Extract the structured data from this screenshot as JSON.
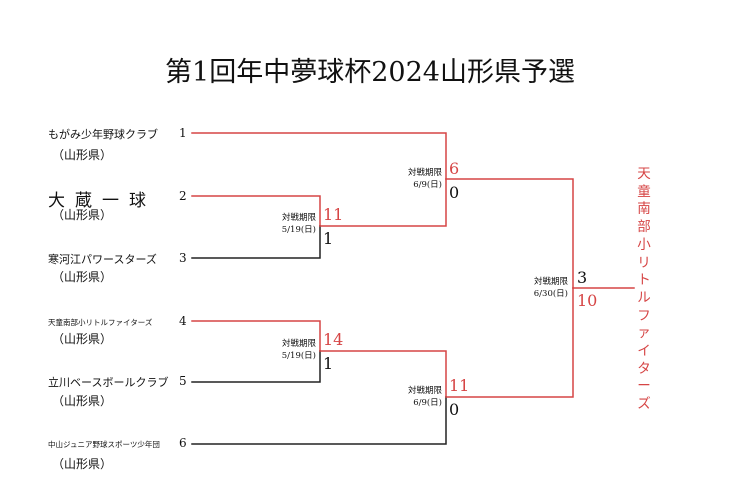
{
  "title": "第1回年中夢球杯2024山形県予選",
  "teams": [
    {
      "seed": "1",
      "name": "もがみ少年野球クラブ",
      "pref": "（山形県）"
    },
    {
      "seed": "2",
      "name": "大蔵一球",
      "pref": "（山形県）"
    },
    {
      "seed": "3",
      "name": "寒河江パワースターズ",
      "pref": "（山形県）"
    },
    {
      "seed": "4",
      "name": "天童南部小リトルファイターズ",
      "pref": ""
    },
    {
      "seed": "5",
      "name": "立川ベースボールクラブ",
      "pref": "（山形県）"
    },
    {
      "seed": "6",
      "name": "中山ジュニア野球スポーツ少年団",
      "pref": "（山形県）"
    }
  ],
  "pref_team4": "（山形県）",
  "matches": [
    {
      "deadline": "対戦期限",
      "date": "5/19(日)",
      "winner_score": "11",
      "loser_score": "1"
    },
    {
      "deadline": "対戦期限",
      "date": "5/19(日)",
      "winner_score": "14",
      "loser_score": "1"
    },
    {
      "deadline": "対戦期限",
      "date": "6/9(日)",
      "winner_score": "6",
      "loser_score": "0"
    },
    {
      "deadline": "対戦期限",
      "date": "6/9(日)",
      "winner_score": "11",
      "loser_score": "0"
    },
    {
      "deadline": "対戦期限",
      "date": "6/30(日)",
      "top_score": "3",
      "bottom_score": "10"
    }
  ],
  "champion": "天童南部小リトルファイターズ",
  "colors": {
    "winner_line": "#d64545",
    "loser_line": "#222222"
  }
}
